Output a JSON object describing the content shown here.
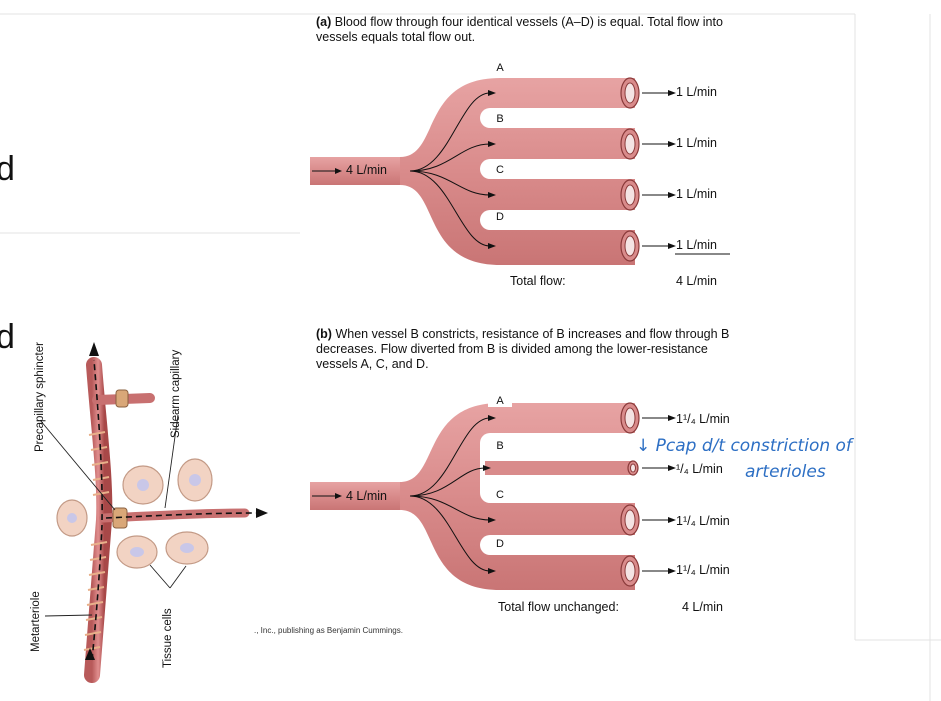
{
  "slide_fragments": {
    "top": "d",
    "bottom": "d"
  },
  "panel_a": {
    "caption_bold": "(a)",
    "caption_text": " Blood flow through four identical vessels (A–D) is equal. Total flow into vessels equals total flow out.",
    "inflow": "4 L/min",
    "vessel_labels": [
      "A",
      "B",
      "C",
      "D"
    ],
    "outflows": [
      "1 L/min",
      "1 L/min",
      "1 L/min",
      "1 L/min"
    ],
    "total_label": "Total flow:",
    "total_value": "4 L/min"
  },
  "panel_b": {
    "caption_bold": "(b)",
    "caption_text": " When vessel B constricts, resistance of B increases and flow through B decreases. Flow diverted from B is divided among the lower-resistance vessels A, C, and D.",
    "inflow": "4 L/min",
    "vessel_labels": [
      "A",
      "B",
      "C",
      "D"
    ],
    "outflows": [
      "1¹/₄ L/min",
      "¹/₄ L/min",
      "1¹/₄ L/min",
      "1¹/₄ L/min"
    ],
    "total_label": "Total flow unchanged:",
    "total_value": "4 L/min"
  },
  "capillary_bed": {
    "labels": [
      "Precapillary sphincter",
      "Sidearm capillary",
      "Metarteriole",
      "Tissue cells"
    ]
  },
  "credit": "., Inc., publishing as Benjamin Cummings.",
  "annotation": {
    "line1": "↓ Pcap d/t constriction of",
    "line2": "arterioles"
  },
  "colors": {
    "vessel": "#d98b8b",
    "vessel_dark": "#c46a6a",
    "cell": "#f2d3c3",
    "ink": "#2d6fc4"
  }
}
